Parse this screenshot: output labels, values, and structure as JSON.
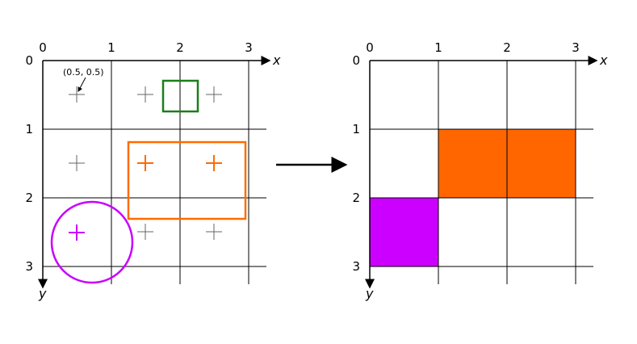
{
  "left_panel": {
    "x_ticks": [
      "0",
      "1",
      "2",
      "3"
    ],
    "y_ticks": [
      "0",
      "1",
      "2",
      "3"
    ],
    "x_axis_label": "x",
    "y_axis_label": "y",
    "annotation": "(0.5, 0.5)",
    "colors": {
      "green": "#1a7f1a",
      "orange": "#ff6a00",
      "purple": "#c800ff",
      "gray": "#666666"
    }
  },
  "right_panel": {
    "x_ticks": [
      "0",
      "1",
      "2",
      "3"
    ],
    "y_ticks": [
      "0",
      "1",
      "2",
      "3"
    ],
    "x_axis_label": "x",
    "y_axis_label": "y",
    "filled_cells": [
      {
        "col": 1,
        "row": 1,
        "color": "#ff6600"
      },
      {
        "col": 2,
        "row": 1,
        "color": "#ff6600"
      },
      {
        "col": 0,
        "row": 2,
        "color": "#cc00ff"
      }
    ]
  }
}
